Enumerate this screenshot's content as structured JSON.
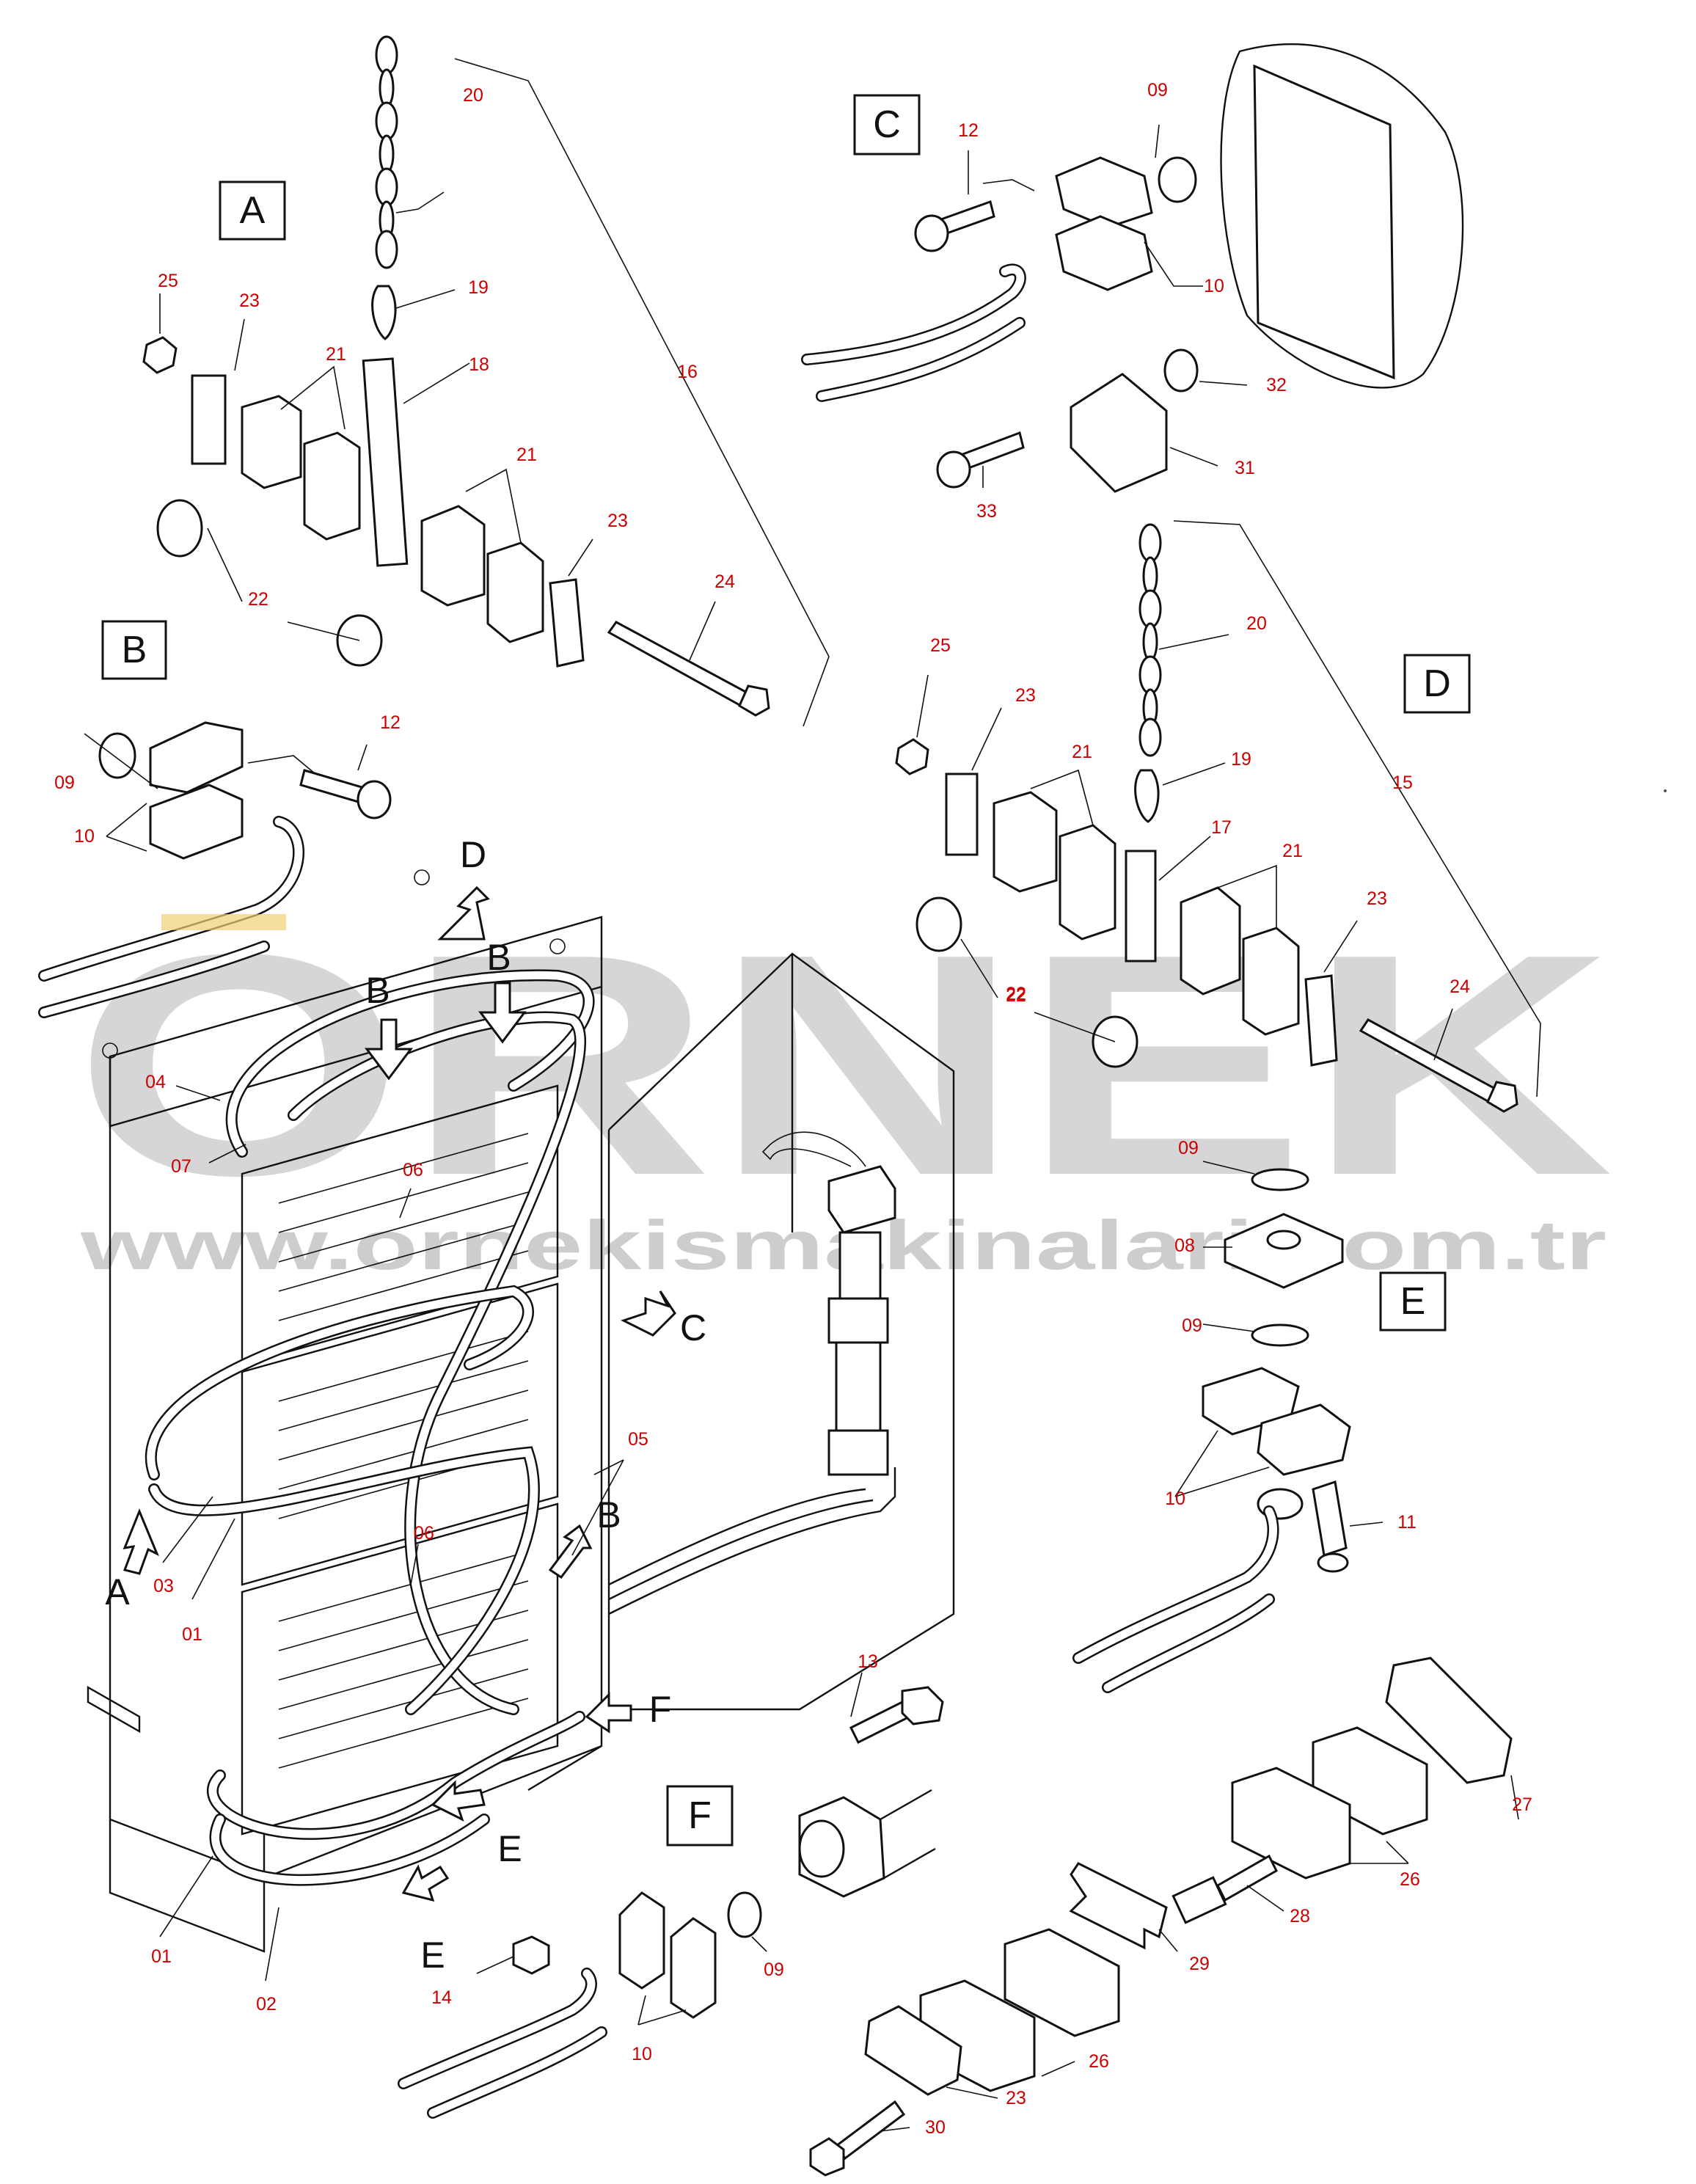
{
  "views": [
    {
      "letter": "A"
    },
    {
      "letter": "B"
    },
    {
      "letter": "C"
    },
    {
      "letter": "D"
    },
    {
      "letter": "E"
    },
    {
      "letter": "F"
    }
  ],
  "assembly_arrows": [
    "D",
    "B",
    "B",
    "C",
    "B",
    "F",
    "E",
    "E",
    "A"
  ],
  "part_labels": [
    "20",
    "19",
    "18",
    "25",
    "23",
    "21",
    "21",
    "22",
    "22",
    "23",
    "24",
    "16",
    "09",
    "10",
    "12",
    "12",
    "09",
    "10",
    "32",
    "31",
    "33",
    "20",
    "19",
    "17",
    "25",
    "23",
    "21",
    "21",
    "22",
    "22",
    "23",
    "24",
    "15",
    "09",
    "08",
    "09",
    "10",
    "11",
    "04",
    "07",
    "06",
    "06",
    "05",
    "03",
    "01",
    "01",
    "02",
    "13",
    "09",
    "14",
    "10",
    "27",
    "26",
    "28",
    "29",
    "26",
    "23",
    "30"
  ],
  "watermark": {
    "brand": "ORNEK",
    "url": "www.ornekismakinalari.com.tr"
  },
  "icons": [
    "chain-icon",
    "hose-icon",
    "bolt-icon",
    "clamp-icon",
    "o-ring-icon",
    "flange-icon",
    "valve-icon"
  ]
}
